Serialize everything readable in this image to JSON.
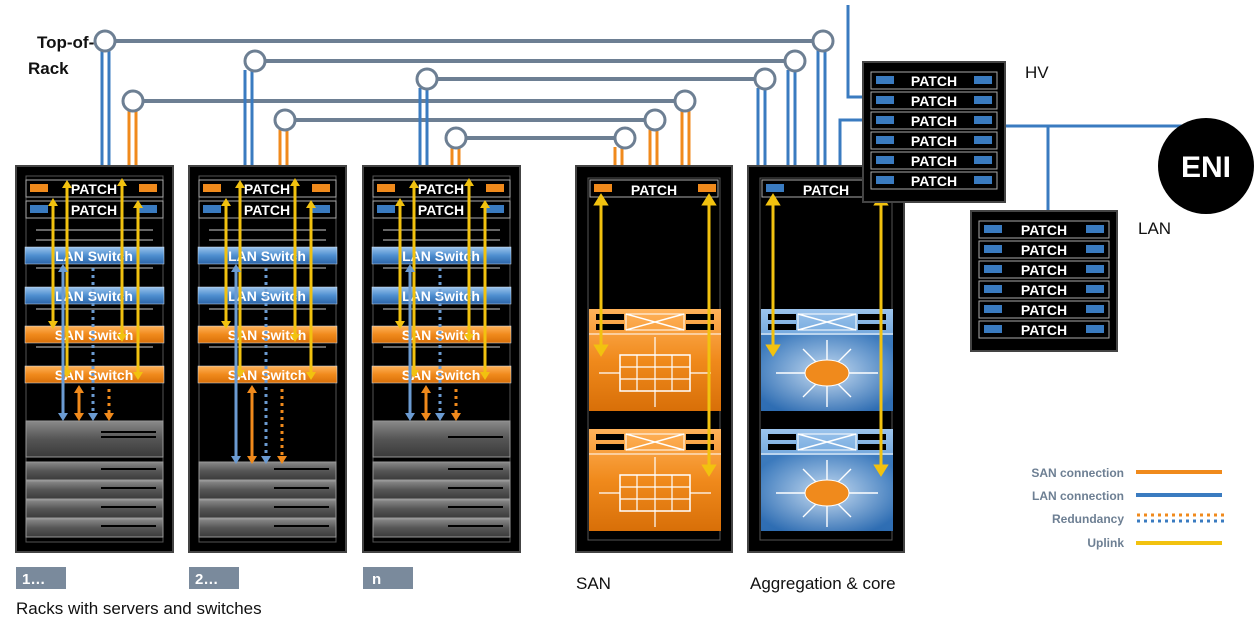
{
  "labels": {
    "top_of_rack_1": "Top-of-",
    "top_of_rack_2": "Rack",
    "hv": "HV",
    "lan": "LAN",
    "eni": "ENI",
    "san": "SAN",
    "aggregation": "Aggregation & core",
    "racks_caption": "Racks with servers and switches"
  },
  "rack_tags": [
    "1…",
    "2…",
    "n"
  ],
  "rack_text": {
    "patch": "PATCH",
    "lan_switch": "LAN Switch",
    "san_switch": "SAN Switch"
  },
  "legend": {
    "san_connection": "SAN connection",
    "lan_connection": "LAN connection",
    "redundancy": "Redundancy",
    "uplink": "Uplink"
  },
  "colors": {
    "san": "#f08a1c",
    "lan": "#3a7bc0",
    "uplink": "#f2c20f",
    "trunk": "#6d7f93",
    "rack": "#000000"
  }
}
